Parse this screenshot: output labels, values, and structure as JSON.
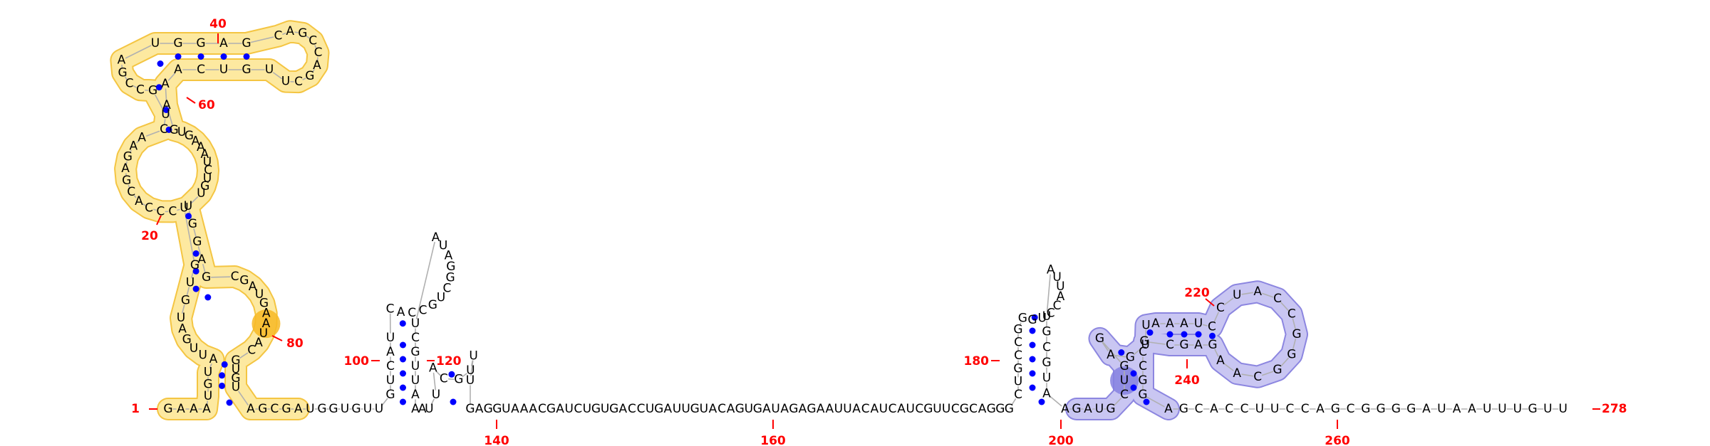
{
  "rna": {
    "sequence": "GAAAUGUAUUGAUGUGUCCCACGAGAACUGCCGAUGGAGCAGCCAGCUUGUCAAAGUGAAAUCUGUUGGAGCGAUGAAUACGUGUAGCGAUGGUGUUGUCAUCACCGUCGGAUAUCGUUAAAUUACGUUUGAGGUAAACGAUCUGUGACCUGAUUGUACAGUGAUAGAGAAUUACAUCAUCGUUCGCAGGGCUGCCGGGUCCAUUAUGCGUAAGAUGCUGGAGUUAAAUCCUACCGGGCAAGAGCGCCGGAGCACCUUCCAGCGGGGAUAAUUUGUU",
    "length": 278,
    "labels": {
      "n1": "1",
      "n20": "20",
      "n40": "40",
      "n60": "60",
      "n80": "80",
      "n100": "100",
      "n120": "120",
      "n140": "140",
      "n160": "160",
      "n180": "180",
      "n200": "200",
      "n220": "220",
      "n240": "240",
      "n260": "260",
      "n278": "278"
    }
  },
  "highlights": {
    "domain_1": {
      "color": "#fde9a0",
      "stroke": "#f4c542",
      "accent": "#f7b924"
    },
    "domain_2": {
      "color": "#c9c6f2",
      "stroke": "#8c86e0",
      "accent": "#8580e0"
    }
  },
  "colors": {
    "base_pair": "#0000ff",
    "numbering": "#ff0000",
    "backbone": "#b0b0b0"
  }
}
